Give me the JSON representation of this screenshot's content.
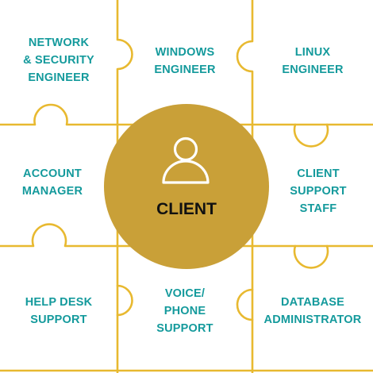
{
  "colors": {
    "line": "#E8B930",
    "circle": "#C9A038",
    "text": "#149A9C",
    "icon": "#ffffff",
    "center_text": "#111111"
  },
  "roles": {
    "network_security": "NETWORK\n& SECURITY\nENGINEER",
    "windows": "WINDOWS\nENGINEER",
    "linux": "LINUX\nENGINEER",
    "account_manager": "ACCOUNT\nMANAGER",
    "client_support": "CLIENT\nSUPPORT\nSTAFF",
    "help_desk": "HELP DESK\nSUPPORT",
    "voice_phone": "VOICE/\nPHONE\nSUPPORT",
    "database": "DATABASE\nADMINISTRATOR"
  },
  "center": {
    "label": "CLIENT",
    "icon": "user-icon"
  }
}
